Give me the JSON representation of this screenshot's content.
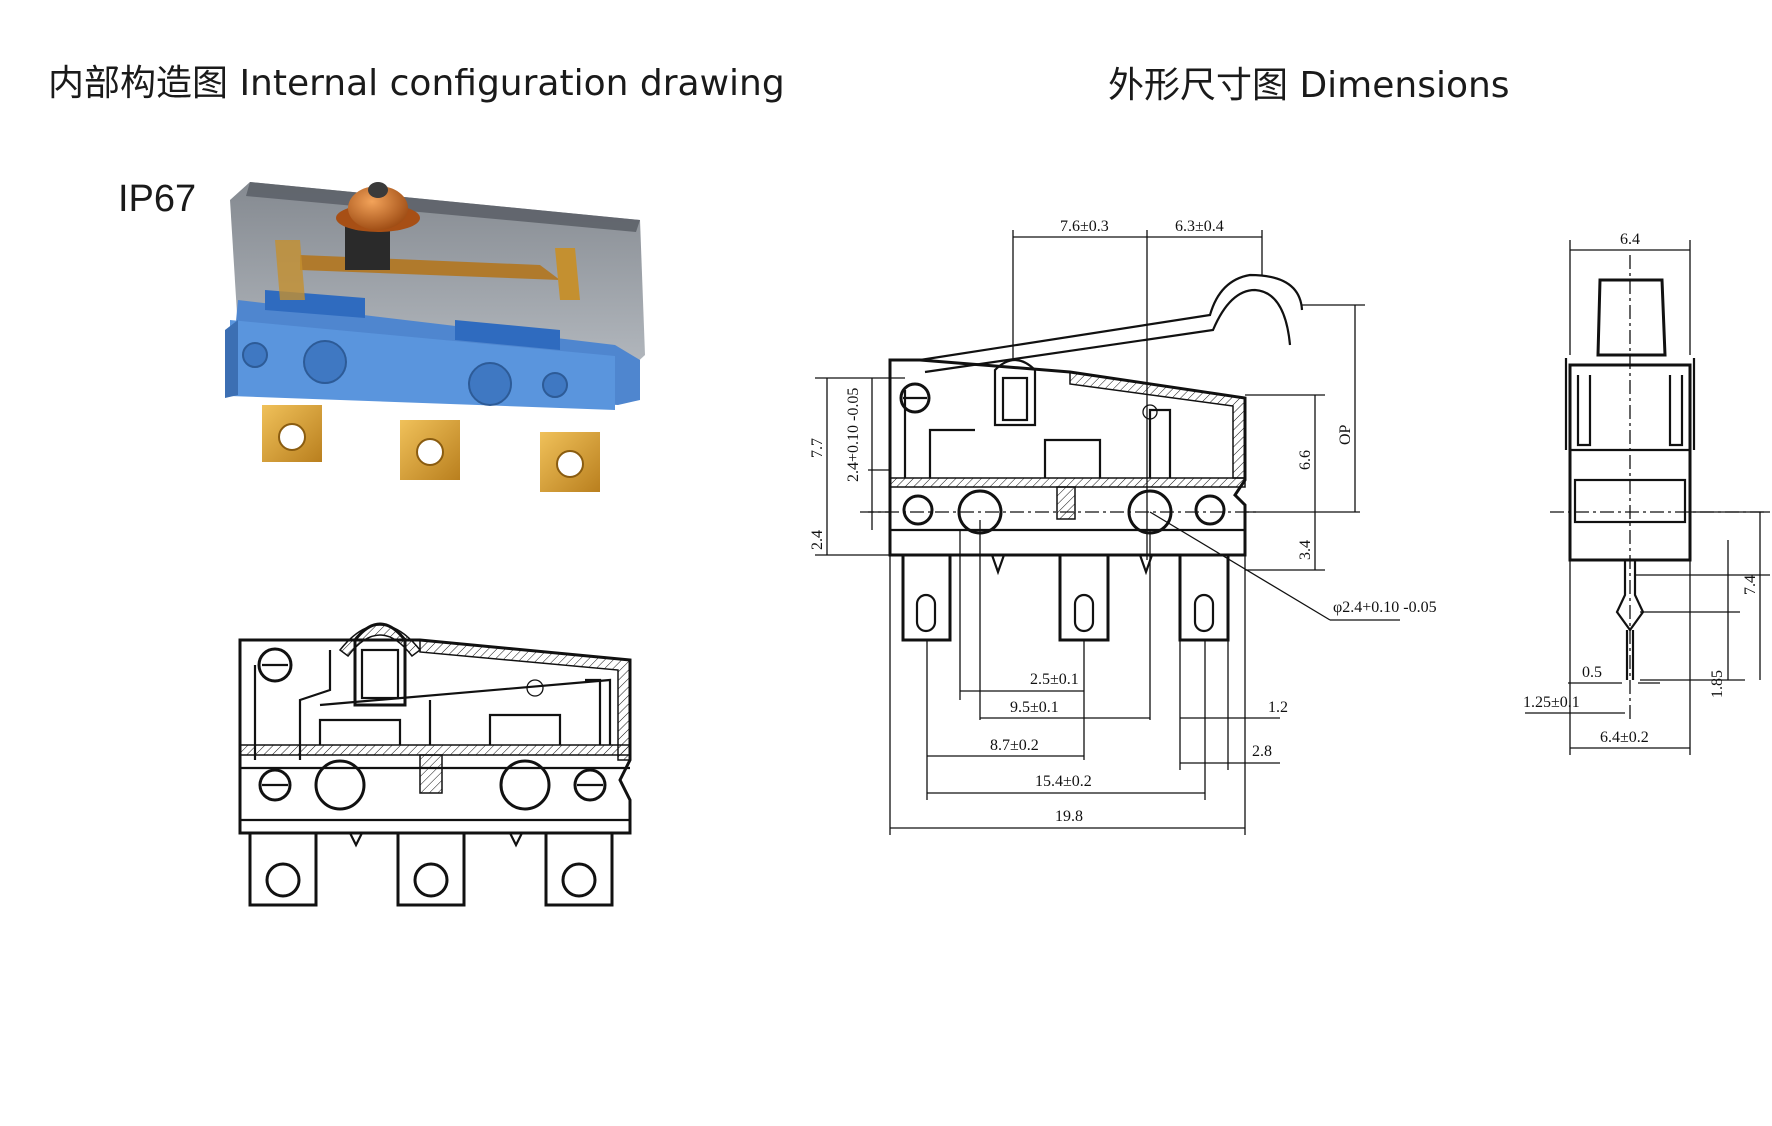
{
  "titles": {
    "internal": "内部构造图 Internal configuration drawing",
    "dimensions": "外形尺寸图 Dimensions"
  },
  "rating": "IP67",
  "dims": {
    "d_7_6": "7.6±0.3",
    "d_6_3": "6.3±0.4",
    "d_7_7": "7.7",
    "d_2_4_tol": "2.4+0.10 -0.05",
    "d_2_4": "2.4",
    "d_6_6": "6.6",
    "d_op": "OP",
    "d_3_4": "3.4",
    "d_phi": "φ2.4+0.10 -0.05",
    "d_2_5": "2.5±0.1",
    "d_9_5": "9.5±0.1",
    "d_1_2": "1.2",
    "d_8_7": "8.7±0.2",
    "d_2_8": "2.8",
    "d_15_4": "15.4±0.2",
    "d_19_8": "19.8",
    "s_6_4_top": "6.4",
    "s_7_4": "7.4",
    "s_1_85": "1.85",
    "s_0_5": "0.5",
    "s_1_25": "1.25±0.1",
    "s_6_4_bottom": "6.4±0.2"
  },
  "colors": {
    "housing": "#5a8fd0",
    "actuator": "#d97a2a",
    "terminal": "#d9a23a",
    "shell": "#8a8f96"
  }
}
